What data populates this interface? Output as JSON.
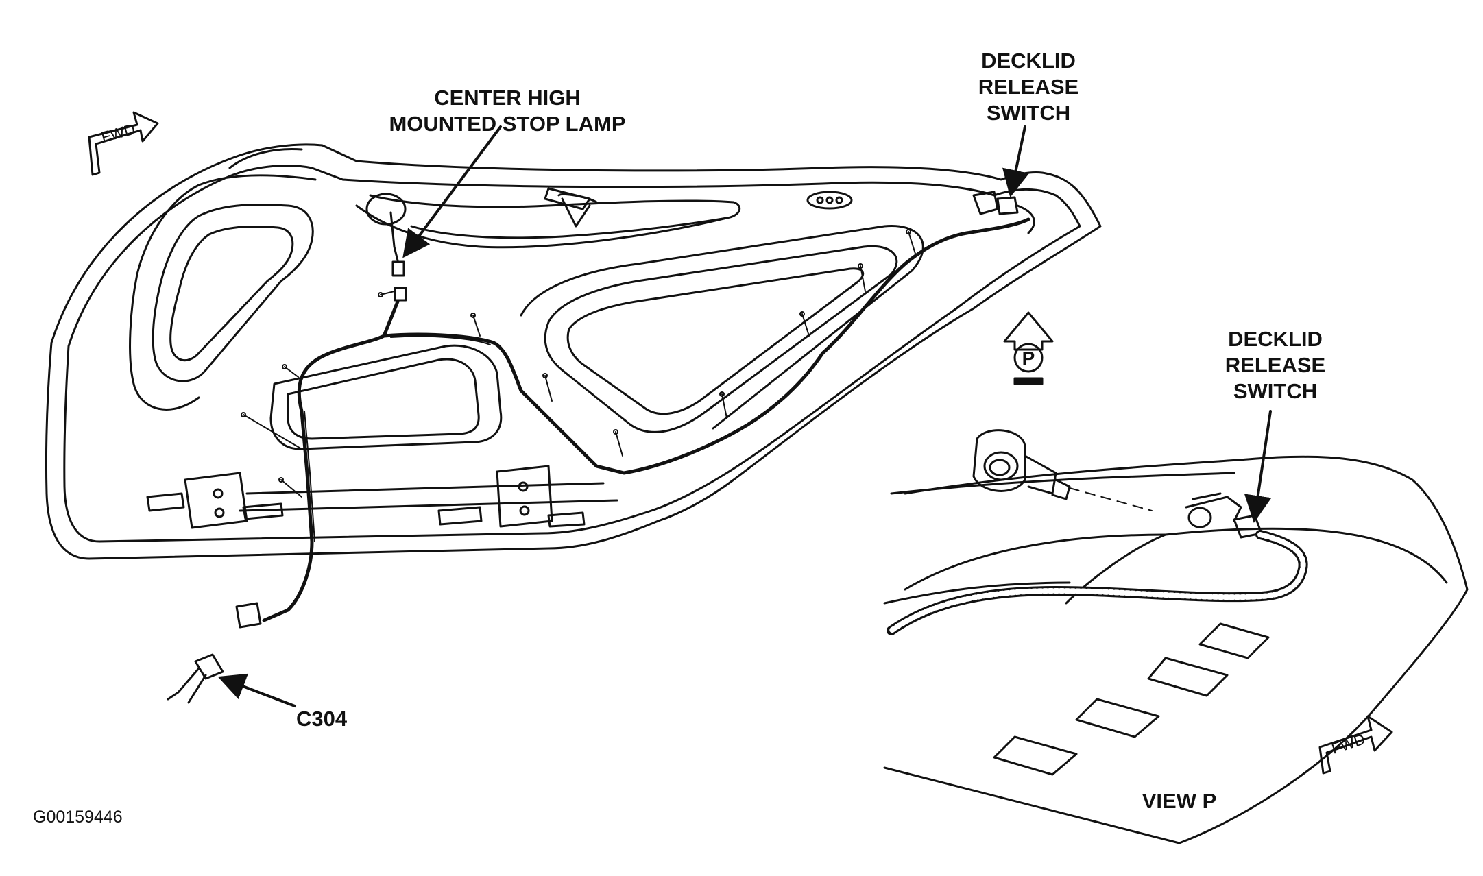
{
  "labels": {
    "chmsl": [
      "CENTER HIGH",
      "MOUNTED STOP LAMP"
    ],
    "decklid_release_top": [
      "DECKLID",
      "RELEASE",
      "SWITCH"
    ],
    "decklid_release_view": [
      "DECKLID",
      "RELEASE",
      "SWITCH"
    ],
    "connector": "C304",
    "view": "VIEW P",
    "view_marker": "P",
    "fwd": "FWD",
    "figure_id": "G00159446"
  }
}
